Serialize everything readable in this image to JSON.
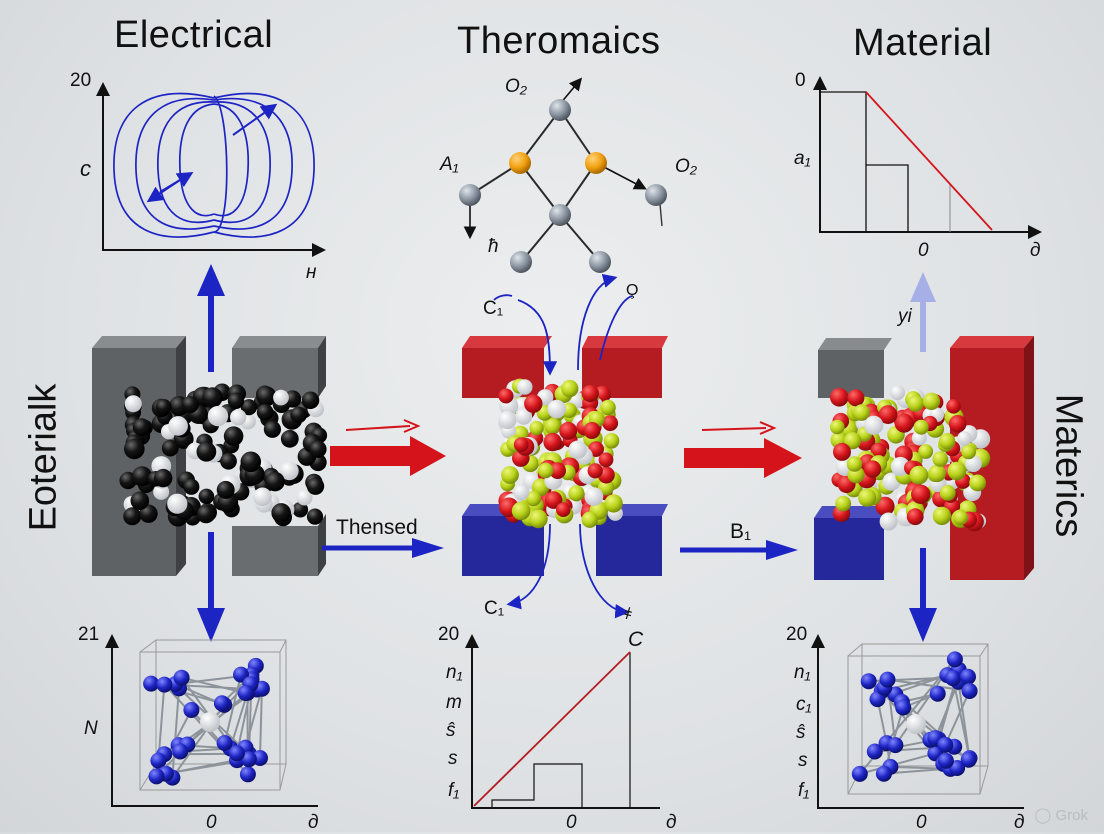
{
  "titles": {
    "left": "Electrical",
    "center": "Theromaics",
    "right": "Material"
  },
  "side_labels": {
    "left": "Eoterialk",
    "right": "Materics"
  },
  "arrow_labels": {
    "left_to_center": "Thensed",
    "center_to_right": "B₁"
  },
  "top_left_plot": {
    "y_tick": "20",
    "y_label": "c",
    "x_label": "н"
  },
  "molecule": {
    "top_label": "O₂",
    "left_label": "A₁",
    "right_label": "O₂",
    "bottom_label": "ħ"
  },
  "top_right_plot": {
    "y_tick": "0",
    "y_label": "a₁",
    "x_tick": "0",
    "x_label": "д"
  },
  "center_flux": {
    "top_left": "C₁",
    "top_right": "O̧",
    "bottom_left": "C₁",
    "bottom_right": "҂"
  },
  "right_up_label": "yi",
  "bottom_left_plot": {
    "y_tick": "21",
    "y_label": "N",
    "x_tick": "0",
    "x_label": "д"
  },
  "bottom_center_plot": {
    "y_tick": "20",
    "corner_label": "C",
    "y_labels": [
      "n₁",
      "m",
      "ŝ",
      "s",
      "f₁"
    ],
    "x_tick": "0",
    "x_label": "д"
  },
  "bottom_right_plot": {
    "y_tick": "20",
    "y_labels": [
      "n₁",
      "c₁",
      "ŝ",
      "s",
      "f₁"
    ],
    "x_tick": "0",
    "x_label": "д"
  },
  "watermark": "Grok",
  "colors": {
    "blue": "#1d24c4",
    "red": "#d4141a",
    "lime": "#b7d118",
    "block_gray": "#5f6265",
    "block_red": "#b51c22",
    "block_blue": "#25289a"
  }
}
